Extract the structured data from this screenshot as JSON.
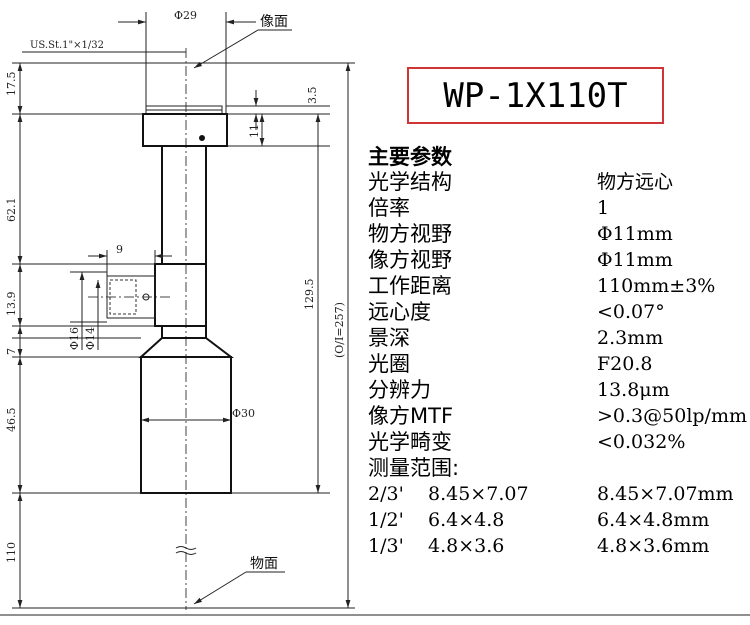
{
  "model": "WP-1X110T",
  "diagram": {
    "image_plane_label": "像面",
    "object_plane_label": "物面",
    "mount_label": "US.St.1\"×1/32",
    "dimensions": {
      "d29": "Φ29",
      "d30": "Φ30",
      "d16": "Φ16",
      "d14": "Φ14",
      "w9": "9",
      "h17_5": "17.5",
      "h3_5": "3.5",
      "h11": "11",
      "h62_1": "62.1",
      "h13_9": "13.9",
      "h7": "7",
      "h46_5": "46.5",
      "h110": "110",
      "h129_5": "129.5",
      "oi": "(O/I=257)"
    }
  },
  "specs": {
    "heading": "主要参数",
    "rows": [
      {
        "key": "光学结构",
        "value": "物方远心"
      },
      {
        "key": "倍率",
        "value": "1"
      },
      {
        "key": "物方视野",
        "value": "Φ11mm"
      },
      {
        "key": "像方视野",
        "value": "Φ11mm"
      },
      {
        "key": "工作距离",
        "value": "110mm±3%"
      },
      {
        "key": "远心度",
        "value": "<0.07°"
      },
      {
        "key": "景深",
        "value": "2.3mm"
      },
      {
        "key": "光圈",
        "value": "F20.8"
      },
      {
        "key": "分辨力",
        "value": "13.8μm"
      },
      {
        "key": "像方MTF",
        "value": ">0.3@50lp/mm"
      },
      {
        "key": "光学畸变",
        "value": "<0.032%"
      }
    ],
    "sizes_heading": "测量范围:",
    "sizes": [
      {
        "format": "2/3'",
        "sensor": "8.45×7.07",
        "field": "8.45×7.07mm"
      },
      {
        "format": "1/2'",
        "sensor": "6.4×4.8",
        "field": "6.4×4.8mm"
      },
      {
        "format": "1/3'",
        "sensor": "4.8×3.6",
        "field": "4.8×3.6mm"
      }
    ]
  }
}
